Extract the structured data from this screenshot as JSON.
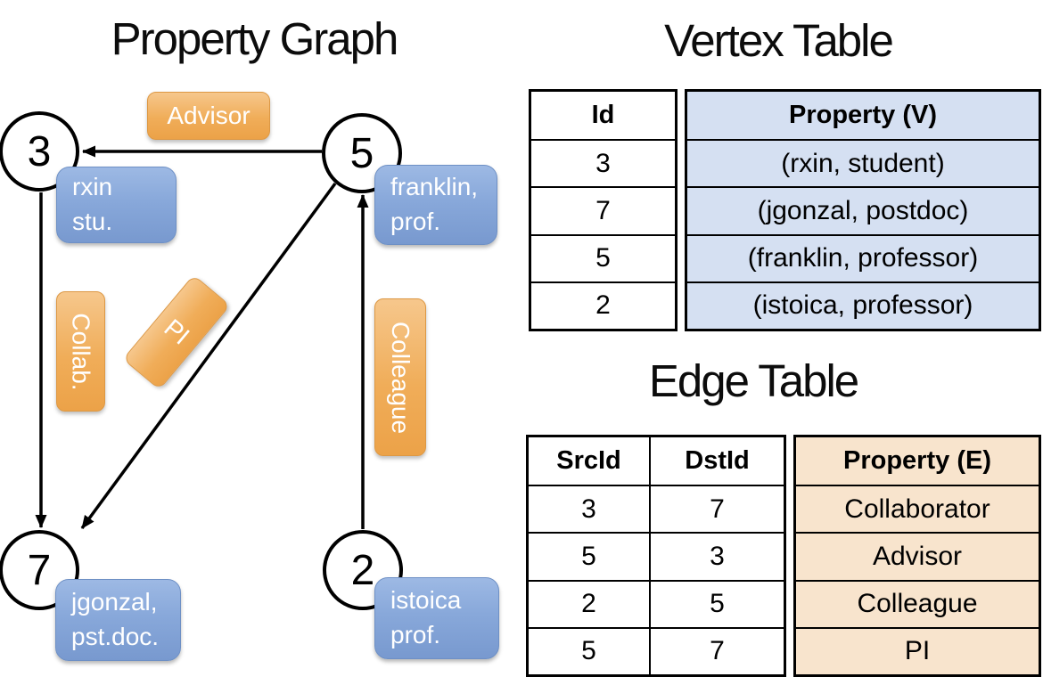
{
  "graph": {
    "title": "Property Graph",
    "nodes": {
      "n3": {
        "id": "3",
        "line1": "rxin",
        "line2": "stu."
      },
      "n5": {
        "id": "5",
        "line1": "franklin,",
        "line2": "prof."
      },
      "n7": {
        "id": "7",
        "line1": "jgonzal,",
        "line2": "pst.doc."
      },
      "n2": {
        "id": "2",
        "line1": "istoica",
        "line2": "prof."
      }
    },
    "edge_labels": {
      "advisor": "Advisor",
      "collab": "Collab.",
      "pi": "PI",
      "colleague": "Colleague"
    }
  },
  "vertex_table": {
    "title": "Vertex Table",
    "columns": [
      "Id",
      "Property (V)"
    ],
    "rows": [
      [
        "3",
        "(rxin, student)"
      ],
      [
        "7",
        "(jgonzal, postdoc)"
      ],
      [
        "5",
        "(franklin, professor)"
      ],
      [
        "2",
        "(istoica, professor)"
      ]
    ]
  },
  "edge_table": {
    "title": "Edge Table",
    "columns": [
      "SrcId",
      "DstId",
      "Property (E)"
    ],
    "rows": [
      [
        "3",
        "7",
        "Collaborator"
      ],
      [
        "5",
        "3",
        "Advisor"
      ],
      [
        "2",
        "5",
        "Colleague"
      ],
      [
        "5",
        "7",
        "PI"
      ]
    ]
  },
  "colors": {
    "edge_label_orange": "#f0ad59",
    "property_box_blue": "#88a8da",
    "vertex_table_fill": "#d5e0f2",
    "edge_table_fill": "#f8e4cd",
    "line_black": "#000000"
  }
}
